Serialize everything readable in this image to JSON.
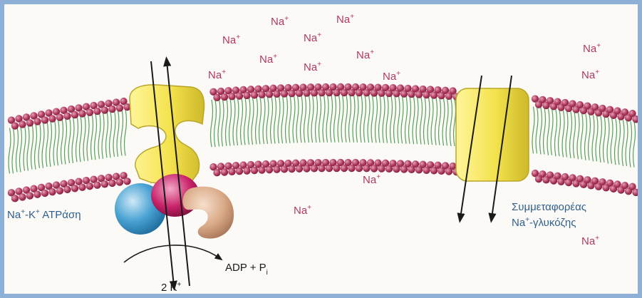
{
  "colors": {
    "frame": "#8fb0d6",
    "lipid_head": "#b03a5e",
    "lipid_tail": "#57a05a",
    "transporter": "#f4e24c",
    "label_text": "#2a2a2a",
    "caption_blue": "#2f5f8c"
  },
  "na_ion": {
    "main": "Na",
    "sup": "+"
  },
  "k_ion": {
    "count": "2 K",
    "sup": "+"
  },
  "adp": {
    "text": "ADP + P",
    "sub": "i"
  },
  "atpase_label": {
    "p1": "Na",
    "sup1": "+",
    "p2": "-K",
    "sup2": "+",
    "p3": " ATPάση"
  },
  "symporter_label": {
    "line1": "Συμμεταφορέας",
    "line2_pre": "Na",
    "line2_sup": "+",
    "line2_post": "-γλυκόζης"
  }
}
